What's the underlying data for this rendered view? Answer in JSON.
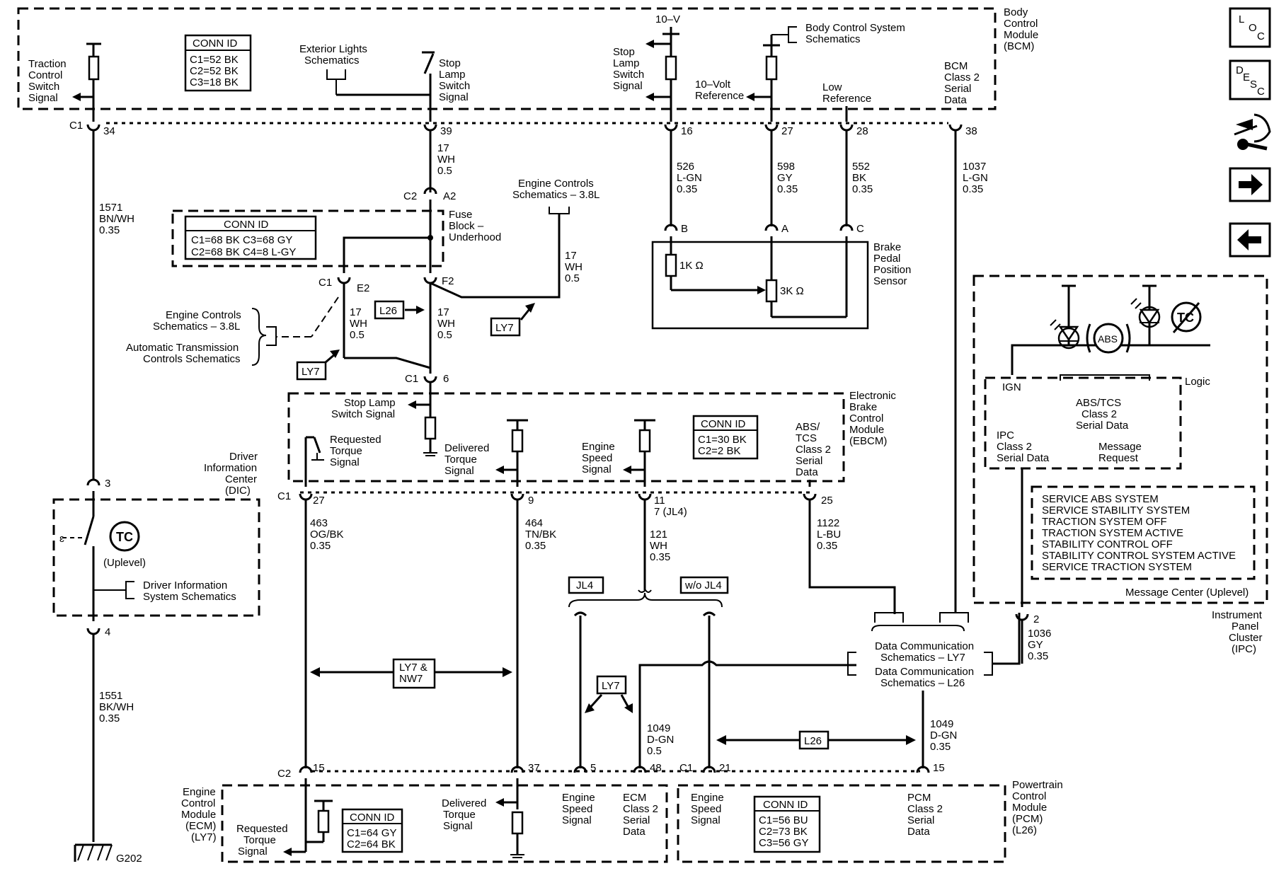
{
  "modules": {
    "bcm": [
      "Body",
      "Control",
      "Module",
      "(BCM)"
    ],
    "ebcm": [
      "Electronic",
      "Brake",
      "Control",
      "Module",
      "(EBCM)"
    ],
    "dic": [
      "Driver",
      "Information",
      "Center",
      "(DIC)"
    ],
    "ipc": [
      "Instrument",
      "Panel",
      "Cluster",
      "(IPC)"
    ],
    "ecm": [
      "Engine",
      "Control",
      "Module",
      "(ECM)",
      "(LY7)"
    ],
    "pcm": [
      "Powertrain",
      "Control",
      "Module",
      "(PCM)",
      "(L26)"
    ],
    "fuse_block": [
      "Fuse",
      "Block –",
      "Underhood"
    ],
    "bpps": [
      "Brake",
      "Pedal",
      "Position",
      "Sensor"
    ]
  },
  "conn_ids": {
    "bcm": {
      "title": "CONN ID",
      "lines": [
        "C1=52 BK",
        "C2=52 BK",
        "C3=18 BK"
      ]
    },
    "fuse": {
      "title": "CONN ID",
      "lines": [
        "C1=68 BK  C3=68 GY",
        "C2=68 BK  C4=8 L-GY"
      ]
    },
    "ebcm": {
      "title": "CONN ID",
      "lines": [
        "C1=30 BK",
        "C2=2 BK"
      ]
    },
    "ecm": {
      "title": "CONN ID",
      "lines": [
        "C1=64 GY",
        "C2=64 BK"
      ]
    },
    "pcm": {
      "title": "CONN ID",
      "lines": [
        "C1=56 BU",
        "C2=73 BK",
        "C3=56 GY"
      ]
    }
  },
  "bcm_labels": {
    "traction": [
      "Traction",
      "Control",
      "Switch",
      "Signal"
    ],
    "ext_lights": [
      "Exterior Lights",
      "Schematics"
    ],
    "stop_lamp_switch": [
      "Stop",
      "Lamp",
      "Switch",
      "Signal"
    ],
    "ten_v": "10–V",
    "stop_lamp_sw_sig": [
      "Stop",
      "Lamp",
      "Switch",
      "Signal"
    ],
    "ten_volt_ref": [
      "10–Volt",
      "Reference"
    ],
    "body_control": [
      "Body Control System",
      "Schematics"
    ],
    "low_ref": [
      "Low",
      "Reference"
    ],
    "bcm_class2": [
      "BCM",
      "Class 2",
      "Serial",
      "Data"
    ]
  },
  "pins": {
    "c1": "C1",
    "c2": "C2",
    "p34": "34",
    "p39": "39",
    "p16": "16",
    "p27": "27",
    "p28": "28",
    "p38": "38",
    "a2": "A2",
    "e2": "E2",
    "f2": "F2",
    "p6": "6",
    "b": "B",
    "a": "A",
    "c": "C",
    "p3": "3",
    "p4": "4",
    "p27b": "27",
    "p9": "9",
    "p11": "11",
    "p11b": "7 (JL4)",
    "p25": "25",
    "p2": "2",
    "p15": "15",
    "p37": "37",
    "p5": "5",
    "p48": "48",
    "p21": "21",
    "p15b": "15"
  },
  "wires": {
    "w1571": [
      "1571",
      "BN/WH",
      "0.35"
    ],
    "w17a": [
      "17",
      "WH",
      "0.5"
    ],
    "w17b": [
      "17",
      "WH",
      "0.5"
    ],
    "w17c": [
      "17",
      "WH",
      "0.5"
    ],
    "w17d": [
      "17",
      "WH",
      "0.5"
    ],
    "w526": [
      "526",
      "L-GN",
      "0.35"
    ],
    "w598": [
      "598",
      "GY",
      "0.35"
    ],
    "w552": [
      "552",
      "BK",
      "0.35"
    ],
    "w1037": [
      "1037",
      "L-GN",
      "0.35"
    ],
    "w1551": [
      "1551",
      "BK/WH",
      "0.35"
    ],
    "w463": [
      "463",
      "OG/BK",
      "0.35"
    ],
    "w464": [
      "464",
      "TN/BK",
      "0.35"
    ],
    "w121": [
      "121",
      "WH",
      "0.35"
    ],
    "w1122": [
      "1122",
      "L-BU",
      "0.35"
    ],
    "w1036": [
      "1036",
      "GY",
      "0.35"
    ],
    "w1049a": [
      "1049",
      "D-GN",
      "0.5"
    ],
    "w1049b": [
      "1049",
      "D-GN",
      "0.35"
    ]
  },
  "options": {
    "l26": "L26",
    "ly7": "LY7",
    "ly7nw7": [
      "LY7 &",
      "NW7"
    ],
    "jl4": "JL4",
    "wojl4": "w/o JL4"
  },
  "refs": {
    "eng_ctrl_38": [
      "Engine Controls",
      "Schematics – 3.8L"
    ],
    "eng_ctrl_38b": [
      "Engine Controls",
      "Schematics – 3.8L"
    ],
    "auto_trans": [
      "Automatic Transmission",
      "Controls Schematics"
    ],
    "dic_sch": [
      "Driver Information",
      "System Schematics"
    ],
    "data_comm_ly7": [
      "Data Communication",
      "Schematics – LY7"
    ],
    "data_comm_l26": [
      "Data Communication",
      "Schematics – L26"
    ]
  },
  "ebcm_labels": {
    "stop_lamp": [
      "Stop Lamp",
      "Switch Signal"
    ],
    "req_torque": [
      "Requested",
      "Torque",
      "Signal"
    ],
    "del_torque": [
      "Delivered",
      "Torque",
      "Signal"
    ],
    "eng_speed": [
      "Engine",
      "Speed",
      "Signal"
    ],
    "abs_tcs": [
      "ABS/",
      "TCS",
      "Class 2",
      "Serial",
      "Data"
    ]
  },
  "resistors": {
    "r1": "1K Ω",
    "r2": "3K Ω"
  },
  "dic_labels": {
    "uplevel": "(Uplevel)",
    "tc": "TC"
  },
  "ipc_labels": {
    "ign": "IGN",
    "logic": "Logic",
    "abs_tcs": [
      "ABS/TCS",
      "Class 2",
      "Serial Data"
    ],
    "ipc_class2": [
      "IPC",
      "Class 2",
      "Serial Data"
    ],
    "msg_req": [
      "Message",
      "Request"
    ],
    "abs": "ABS",
    "tc": "TC",
    "messages": [
      "SERVICE ABS SYSTEM",
      "SERVICE STABILITY SYSTEM",
      "TRACTION SYSTEM OFF",
      "TRACTION SYSTEM ACTIVE",
      "STABILITY CONTROL OFF",
      "STABILITY CONTROL SYSTEM ACTIVE",
      "SERVICE TRACTION SYSTEM"
    ],
    "msg_center": "Message Center (Uplevel)"
  },
  "ecm_labels": {
    "req_torque": [
      "Requested",
      "Torque",
      "Signal"
    ],
    "del_torque": [
      "Delivered",
      "Torque",
      "Signal"
    ],
    "eng_speed": [
      "Engine",
      "Speed",
      "Signal"
    ],
    "ecm_class2": [
      "ECM",
      "Class 2",
      "Serial",
      "Data"
    ]
  },
  "pcm_labels": {
    "eng_speed": [
      "Engine",
      "Speed",
      "Signal"
    ],
    "pcm_class2": [
      "PCM",
      "Class 2",
      "Serial",
      "Data"
    ]
  },
  "ground": "G202",
  "nav": {
    "loc": [
      "L",
      "O",
      "C"
    ],
    "desc": [
      "D",
      "E",
      "S",
      "C"
    ]
  }
}
